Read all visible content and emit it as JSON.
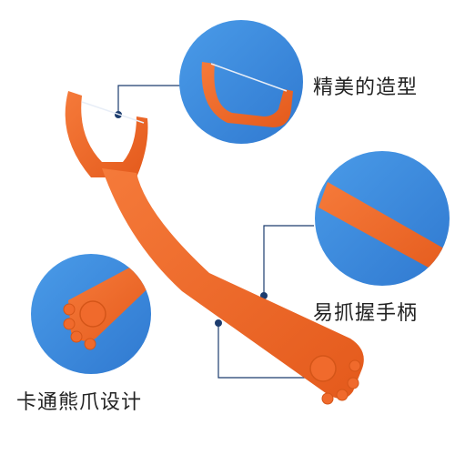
{
  "features": [
    {
      "label": "精美的造型"
    },
    {
      "label": "易抓握手柄"
    },
    {
      "label": "卡通熊爪设计"
    }
  ],
  "colors": {
    "product_orange": "#f06a2c",
    "circle_blue": "#3f8fe0",
    "leader_line": "#1c3c6e",
    "text": "#222222"
  },
  "icons": {
    "product": "floss-pick",
    "callout_top": "floss-head-closeup",
    "callout_right": "handle-closeup",
    "callout_left": "bear-paw-closeup"
  }
}
